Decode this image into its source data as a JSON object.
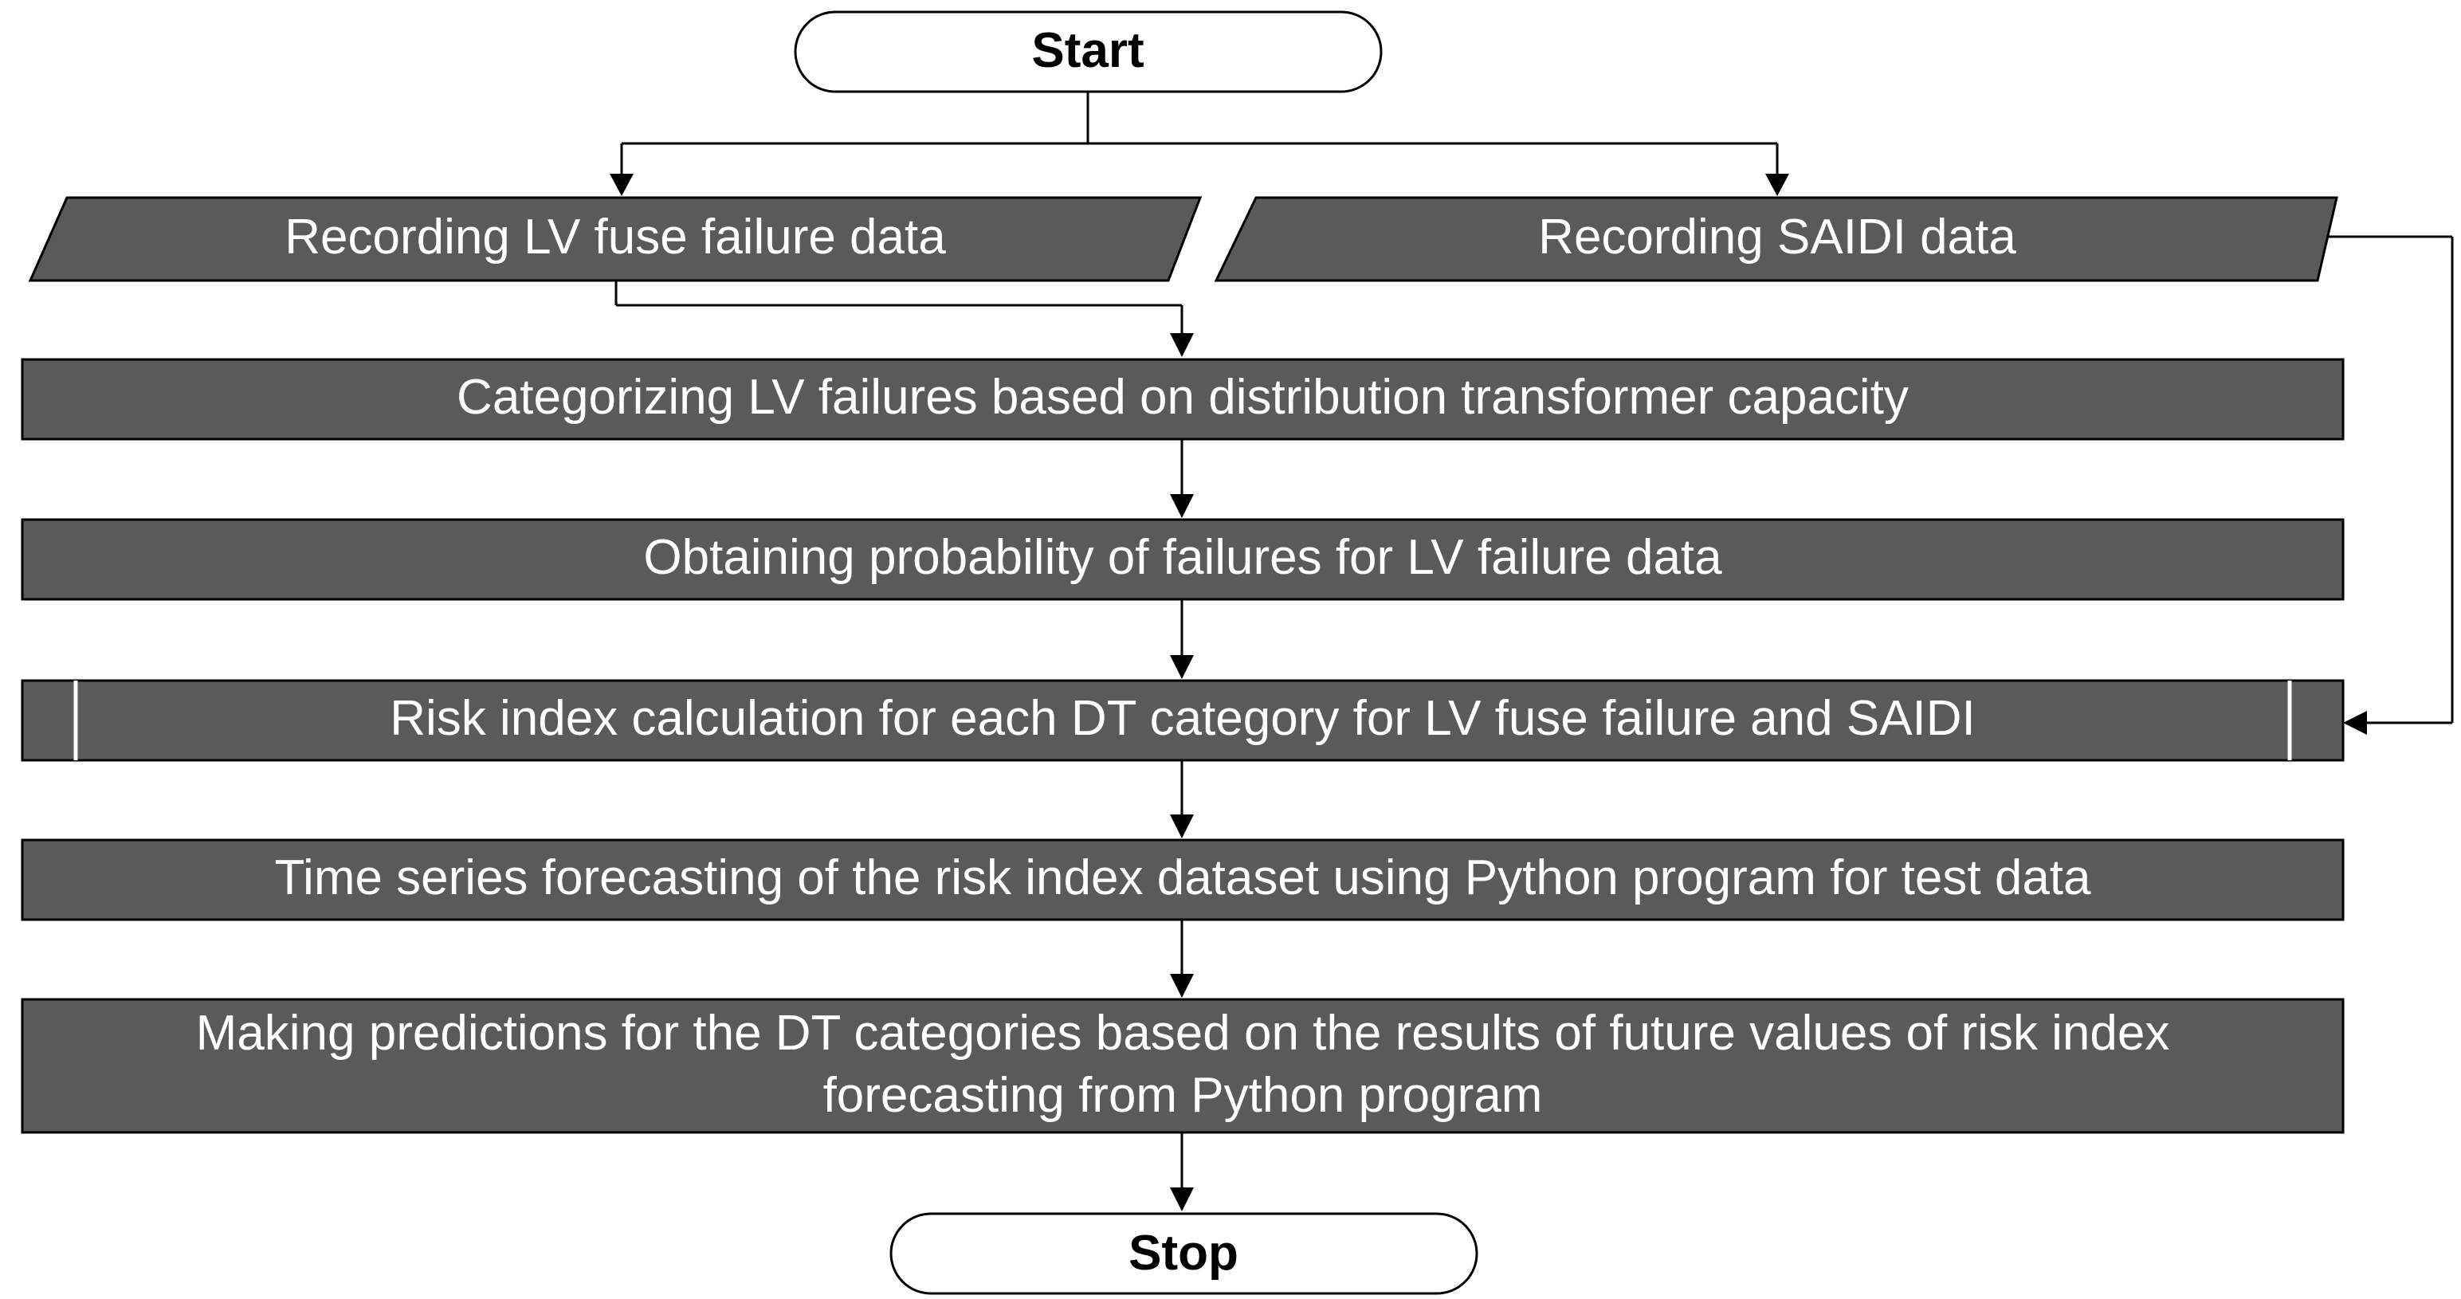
{
  "flowchart": {
    "start": "Start",
    "stop": "Stop",
    "input_lv": "Recording LV fuse failure data",
    "input_saidi": "Recording SAIDI data",
    "step_categorize": "Categorizing LV failures based on distribution transformer capacity",
    "step_probability": "Obtaining probability of failures for LV failure data",
    "step_risk": "Risk index calculation for each DT category for LV fuse failure and SAIDI",
    "step_forecast": "Time series forecasting of the risk index dataset using Python program for test data",
    "step_predict_line1": "Making predictions for the DT categories based on the results of future values of risk index",
    "step_predict_line2": "forecasting from Python program"
  }
}
